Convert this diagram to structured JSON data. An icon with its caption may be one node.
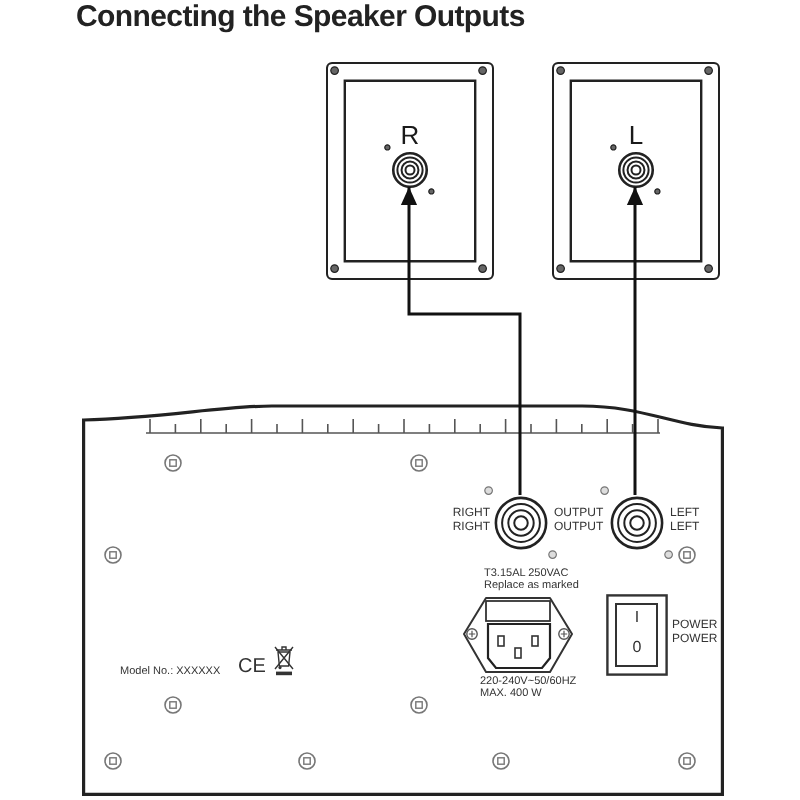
{
  "diagram": {
    "title": "Connecting the Speaker Outputs",
    "nodes": [
      {
        "text": [
          "R"
        ]
      },
      {
        "text": [],
        "shape": "circle",
        "in": 0
      },
      {
        "text": [
          "L"
        ]
      },
      {
        "text": [],
        "shape": "circle",
        "in": 2
      },
      {
        "text": [],
        "shape": "box"
      },
      {
        "text": [],
        "shape": "circle",
        "in": 4,
        "beside": [
          "RIGHT",
          "RIGHT"
        ]
      },
      {
        "text": [],
        "shape": "circle",
        "in": 4,
        "beside": [
          "LEFT",
          "LEFT"
        ]
      }
    ],
    "edges": [
      {
        "from": 5,
        "to": 1,
        "arrow": "to"
      },
      {
        "from": 6,
        "to": 3,
        "arrow": "to"
      }
    ],
    "labels": [
      "OUTPUT",
      "OUTPUT",
      "T3.15AL 250VAC",
      "Replace as marked",
      "220-240V~50/60HZ",
      "MAX. 400 W",
      "I",
      "0",
      "POWER",
      "POWER",
      "Model No.: XXXXXX",
      "CE"
    ]
  }
}
